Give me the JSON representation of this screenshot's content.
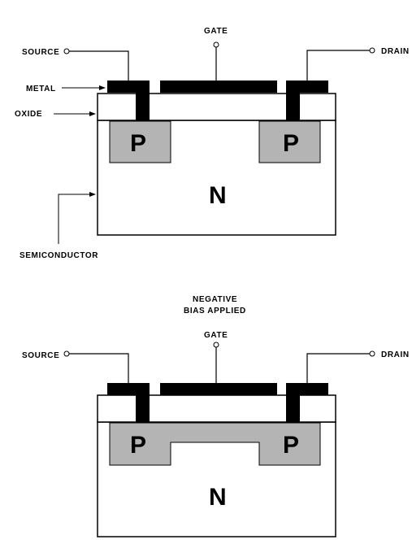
{
  "top": {
    "labels": {
      "gate": "GATE",
      "source": "SOURCE",
      "drain": "DRAIN",
      "metal": "METAL",
      "oxide": "OXIDE",
      "semiconductor": "SEMICONDUCTOR"
    },
    "regions": {
      "p_left": "P",
      "p_right": "P",
      "n": "N"
    }
  },
  "bottom": {
    "caption_line1": "NEGATIVE",
    "caption_line2": "BIAS APPLIED",
    "labels": {
      "gate": "GATE",
      "source": "SOURCE",
      "drain": "DRAIN"
    },
    "regions": {
      "p_left": "P",
      "p_right": "P",
      "n": "N"
    }
  },
  "colors": {
    "p_region": "#b4b4b4",
    "metal": "#000000",
    "outline": "#000000",
    "background": "#ffffff"
  }
}
